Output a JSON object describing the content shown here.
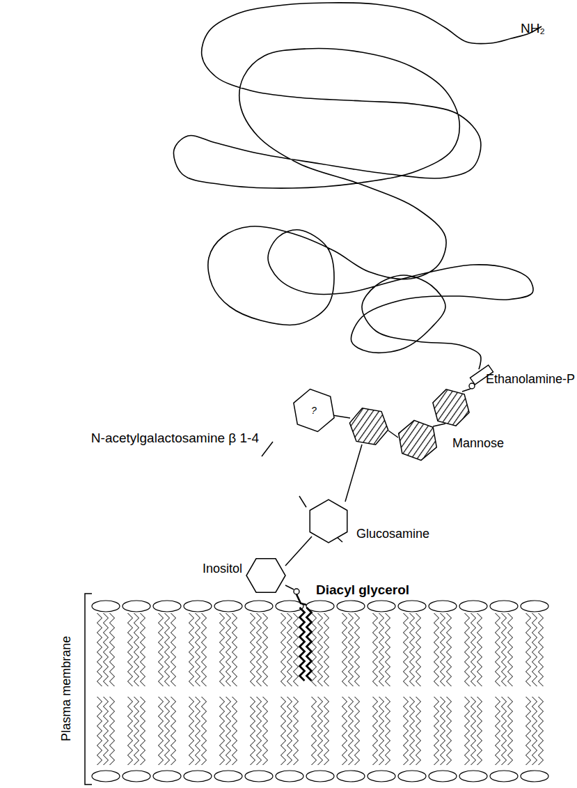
{
  "diagram": {
    "nodes": [
      {
        "text": [
          "?"
        ]
      }
    ],
    "labels": [
      "NH₂",
      "N-acetylgalactosamine β 1-4",
      "Ethanolamine-P",
      "Mannose",
      "Glucosamine",
      "Inositol",
      "Diacyl glycerol",
      "Plasma membrane"
    ]
  }
}
